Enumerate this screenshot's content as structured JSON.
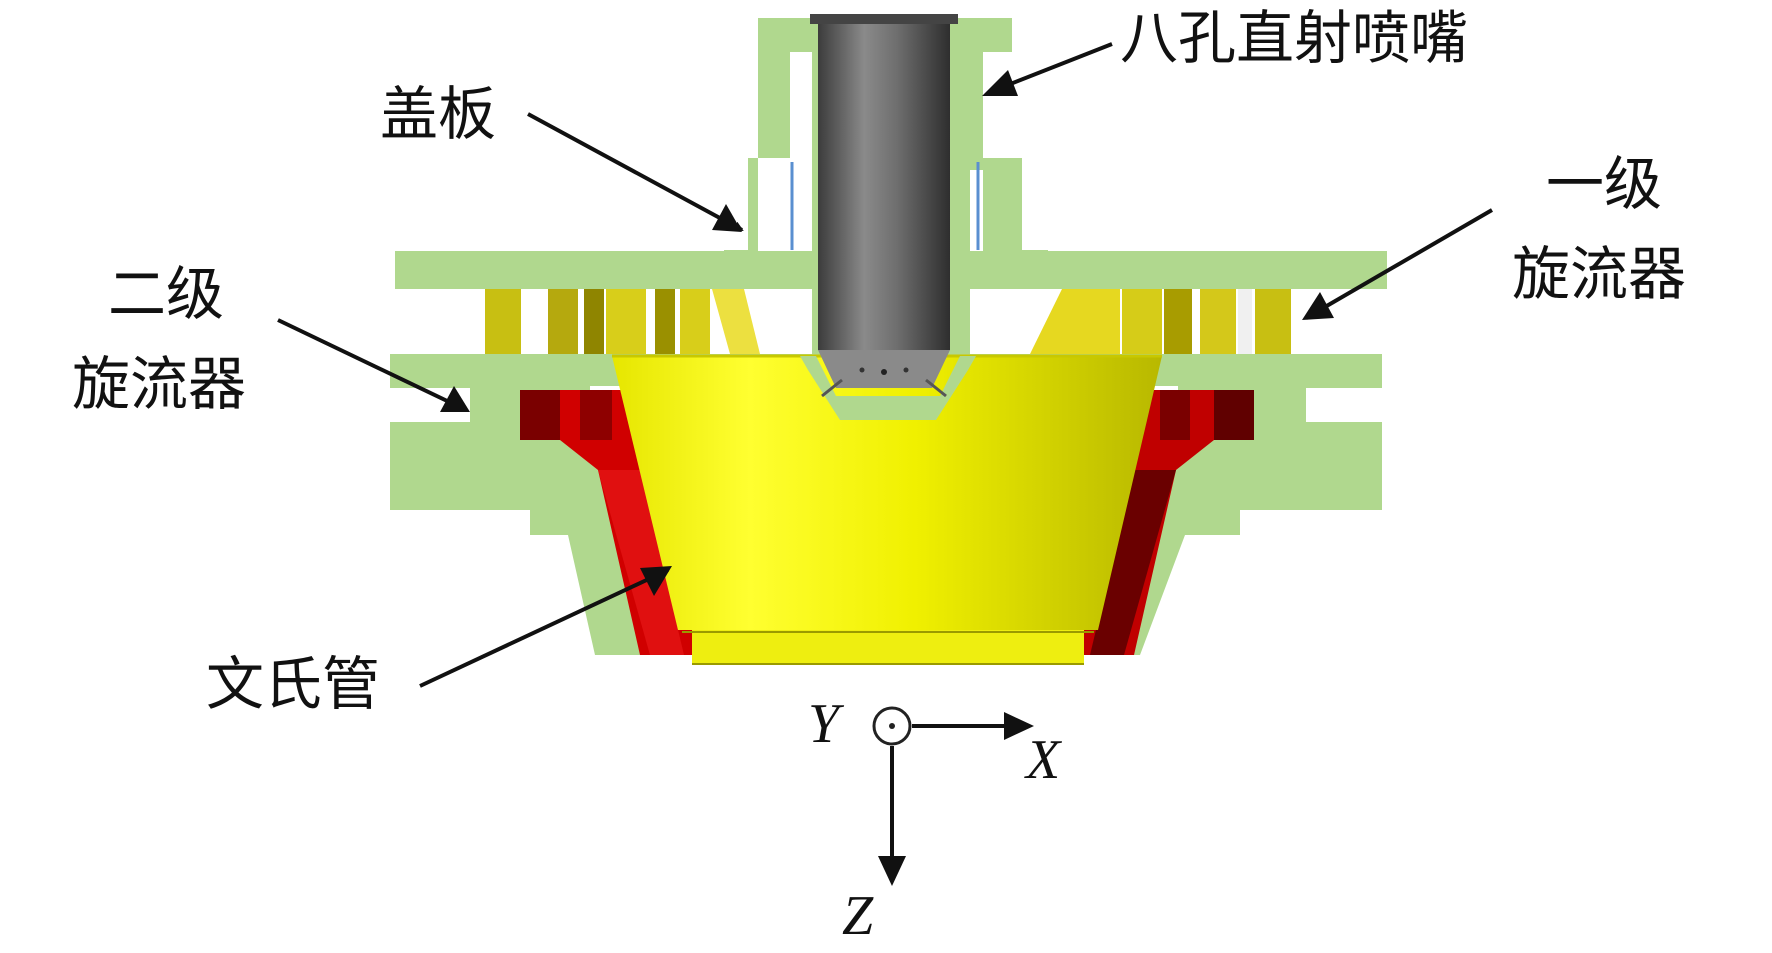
{
  "labels": {
    "nozzle": "八孔直射喷嘴",
    "cover_plate": "盖板",
    "first_swirler_line1": "一级",
    "first_swirler_line2": "旋流器",
    "second_swirler_line1": "二级",
    "second_swirler_line2": "旋流器",
    "venturi": "文氏管"
  },
  "axes": {
    "x": "X",
    "y": "Y",
    "z": "Z"
  },
  "colors": {
    "housing": "#b0d88e",
    "nozzle_body": "#6b6b6b",
    "venturi": "#f4f400",
    "swirler_first": "#c8bf12",
    "swirler_second": "#cc0000",
    "swirler_second_dark": "#7a0000",
    "arrows": "#111111"
  }
}
